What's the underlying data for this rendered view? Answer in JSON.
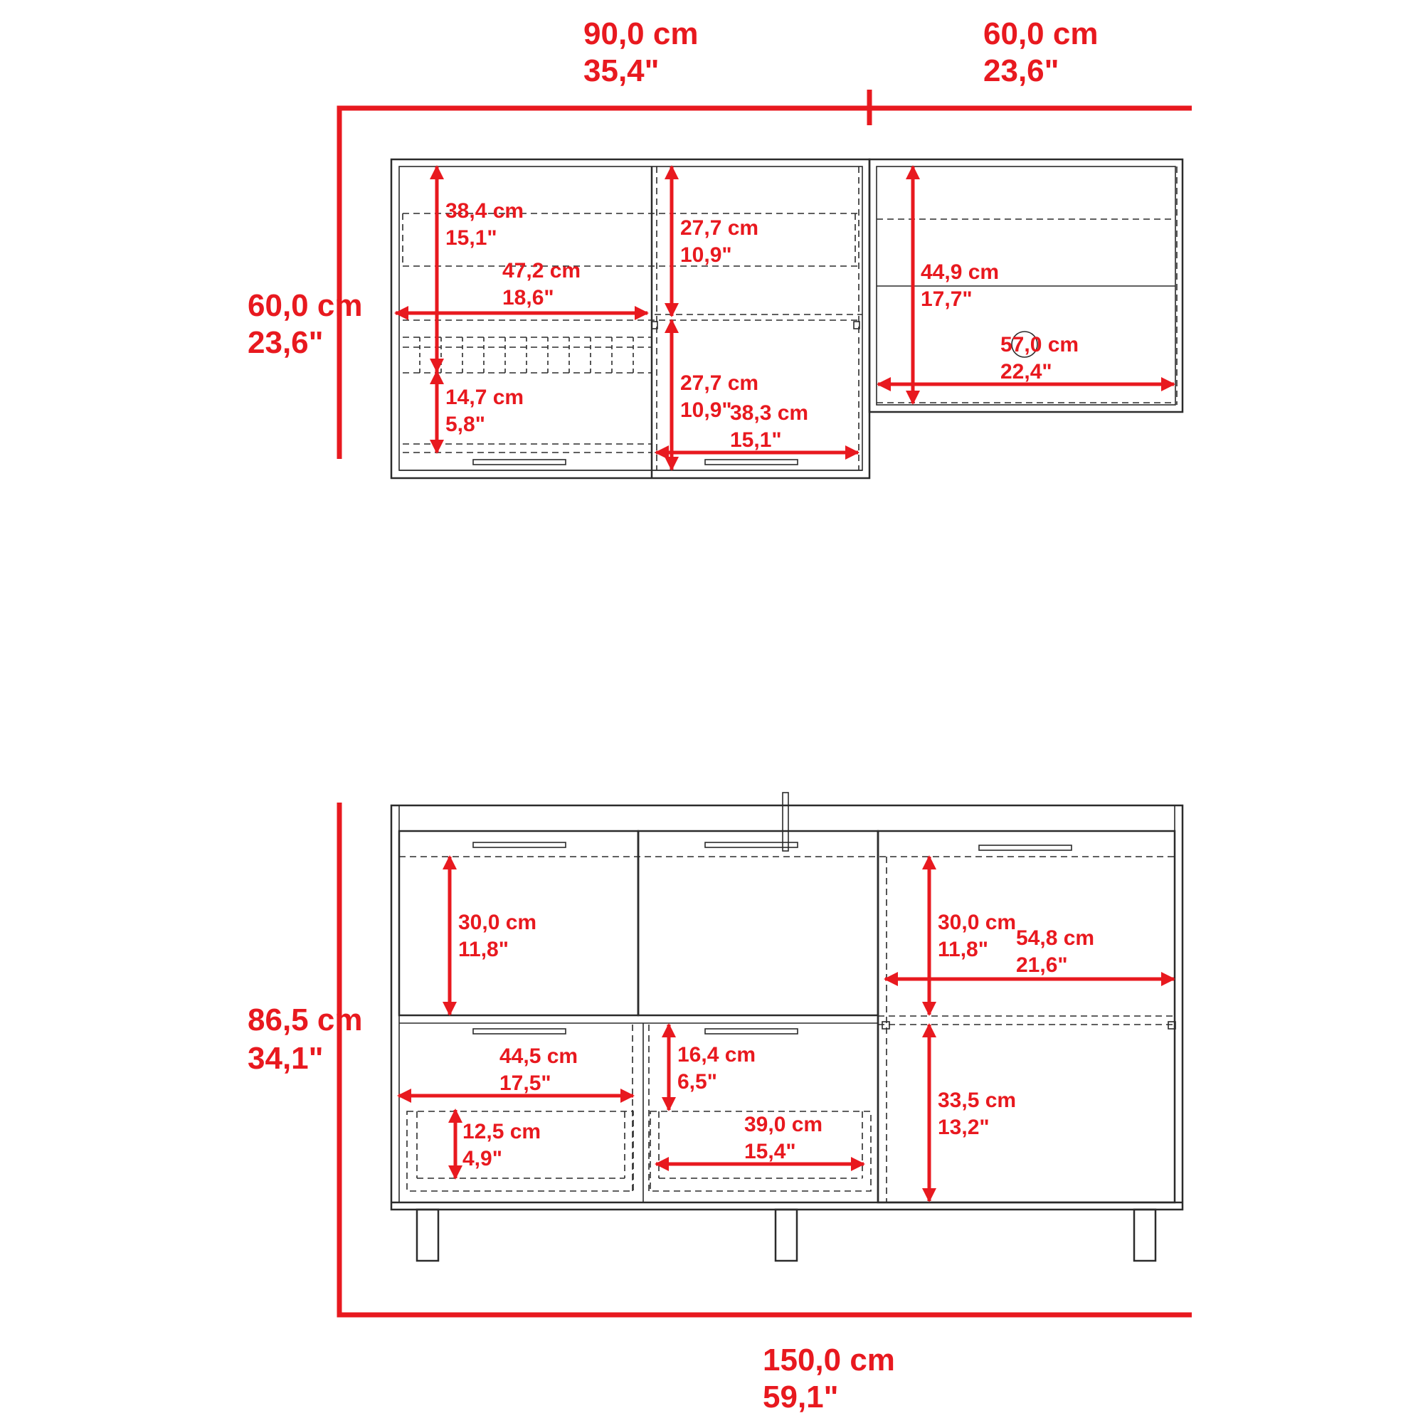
{
  "top_view": {
    "width_left": {
      "cm": "90,0 cm",
      "in": "35,4\""
    },
    "width_right": {
      "cm": "60,0 cm",
      "in": "23,6\""
    },
    "depth": {
      "cm": "60,0 cm",
      "in": "23,6\""
    },
    "dims": [
      {
        "id": "a",
        "cm": "38,4 cm",
        "in": "15,1\""
      },
      {
        "id": "b",
        "cm": "47,2 cm",
        "in": "18,6\""
      },
      {
        "id": "c",
        "cm": "14,7 cm",
        "in": "5,8\""
      },
      {
        "id": "d",
        "cm": "27,7 cm",
        "in": "10,9\""
      },
      {
        "id": "e",
        "cm": "27,7 cm",
        "in": "10,9\""
      },
      {
        "id": "f",
        "cm": "38,3 cm",
        "in": "15,1\""
      },
      {
        "id": "g",
        "cm": "44,9 cm",
        "in": "17,7\""
      },
      {
        "id": "h",
        "cm": "57,0 cm",
        "in": "22,4\""
      }
    ]
  },
  "front_view": {
    "height": {
      "cm": "86,5 cm",
      "in": "34,1\""
    },
    "width": {
      "cm": "150,0 cm",
      "in": "59,1\""
    },
    "dims": [
      {
        "id": "a",
        "cm": "30,0 cm",
        "in": "11,8\""
      },
      {
        "id": "b",
        "cm": "30,0 cm",
        "in": "11,8\""
      },
      {
        "id": "c",
        "cm": "54,8 cm",
        "in": "21,6\""
      },
      {
        "id": "d",
        "cm": "44,5 cm",
        "in": "17,5\""
      },
      {
        "id": "e",
        "cm": "16,4 cm",
        "in": "6,5\""
      },
      {
        "id": "f",
        "cm": "33,5 cm",
        "in": "13,2\""
      },
      {
        "id": "g",
        "cm": "12,5 cm",
        "in": "4,9\""
      },
      {
        "id": "h",
        "cm": "39,0 cm",
        "in": "15,4\""
      }
    ]
  },
  "colors": {
    "dimension": "#e8191f",
    "outline": "#2b2b2b"
  }
}
